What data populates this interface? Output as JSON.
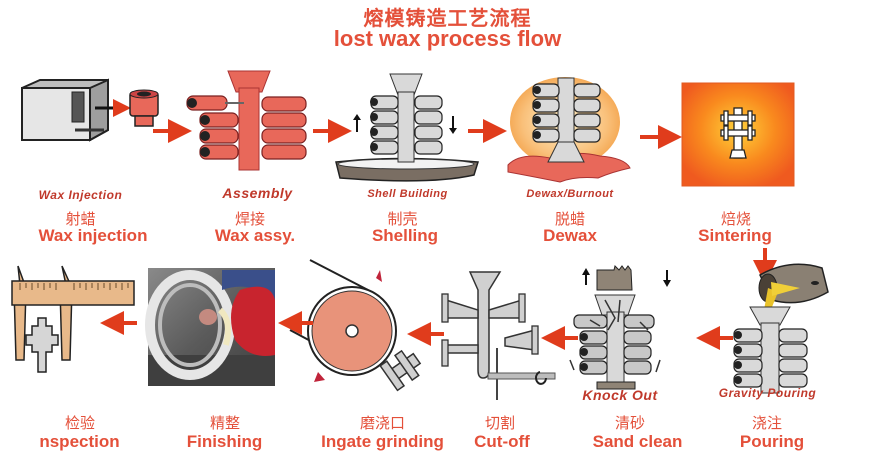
{
  "title": {
    "chinese": "熔模铸造工艺流程",
    "english": "lost wax process flow"
  },
  "colors": {
    "text_accent": "#e4503a",
    "caption_dark": "#c0392b",
    "arrow": "#e03c1c",
    "wax": "#e8685a",
    "shell": "#d9d9d9",
    "sinter_bg": "#f46a1e",
    "sinter_glow": "#ffe733"
  },
  "flow_direction": "row 1 left-to-right, then down, row 2 right-to-left",
  "steps": [
    {
      "order": 1,
      "image_caption": "Wax Injection",
      "chinese": "射蜡",
      "english": "Wax injection",
      "icon": "injection-mold-icon"
    },
    {
      "order": 2,
      "image_caption": "Assembly",
      "chinese": "焊接",
      "english": "Wax assy.",
      "icon": "wax-tree-icon"
    },
    {
      "order": 3,
      "image_caption": "Shell Building",
      "chinese": "制壳",
      "english": "Shelling",
      "icon": "shell-dipping-icon"
    },
    {
      "order": 4,
      "image_caption": "Dewax/Burnout",
      "chinese": "脱蜡",
      "english": "Dewax",
      "icon": "dewax-icon"
    },
    {
      "order": 5,
      "image_caption": "",
      "chinese": "焙烧",
      "english": "Sintering",
      "icon": "sintering-furnace-icon"
    },
    {
      "order": 6,
      "image_caption": "Gravity Pouring",
      "chinese": "浇注",
      "english": "Pouring",
      "icon": "ladle-pouring-icon"
    },
    {
      "order": 7,
      "image_caption": "Knock Out",
      "chinese": "清砂",
      "english": "Sand clean",
      "icon": "knock-out-icon"
    },
    {
      "order": 8,
      "image_caption": "",
      "chinese": "切割",
      "english": "Cut-off",
      "icon": "cut-off-saw-icon"
    },
    {
      "order": 9,
      "image_caption": "",
      "chinese": "磨浇口",
      "english": "Ingate grinding",
      "icon": "grinding-wheel-icon"
    },
    {
      "order": 10,
      "image_caption": "",
      "chinese": "精整",
      "english": "Finishing",
      "icon": "finishing-photo-icon"
    },
    {
      "order": 11,
      "image_caption": "",
      "chinese": "检验",
      "english": "nspection",
      "icon": "caliper-icon"
    }
  ]
}
